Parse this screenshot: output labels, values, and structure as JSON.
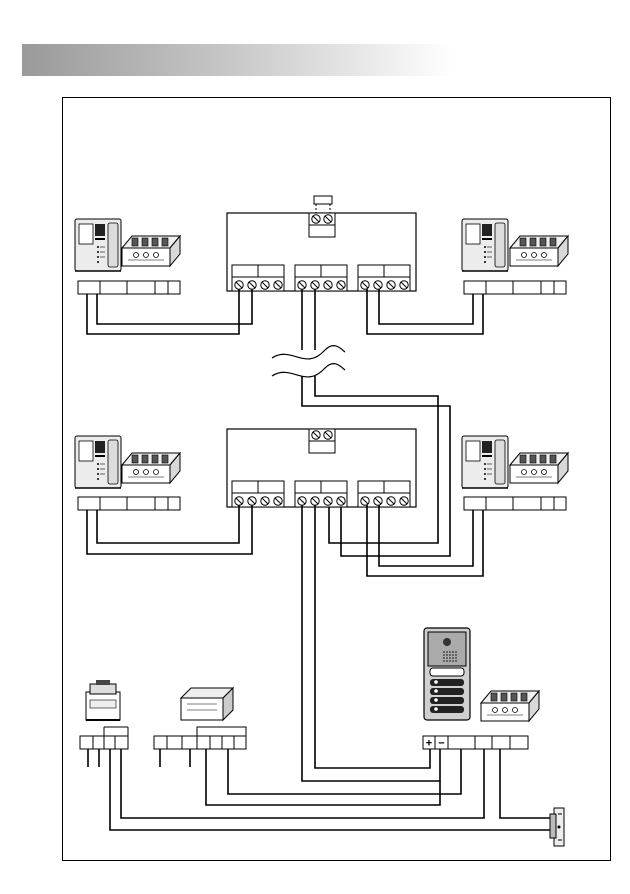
{
  "header": {
    "band_color": "#a6a6a6"
  },
  "diagram": {
    "terminal_labels": {
      "plus": "+",
      "minus": "−"
    },
    "colors": {
      "wire": "#000000",
      "frame": "#000000",
      "panel_body": "#d0d0d0",
      "monitor_body": "#e8e8e8"
    },
    "components": {
      "video_monitors": 4,
      "monitor_adapters": 4,
      "distributors": 2,
      "power_supplies": 2,
      "door_panel": 1,
      "push_button_module": 1,
      "door_lock": 1
    },
    "icons": [
      "monitor-icon",
      "adapter-module-icon",
      "power-supply-icon",
      "door-panel-icon",
      "door-lock-icon",
      "wire-break-icon"
    ]
  }
}
